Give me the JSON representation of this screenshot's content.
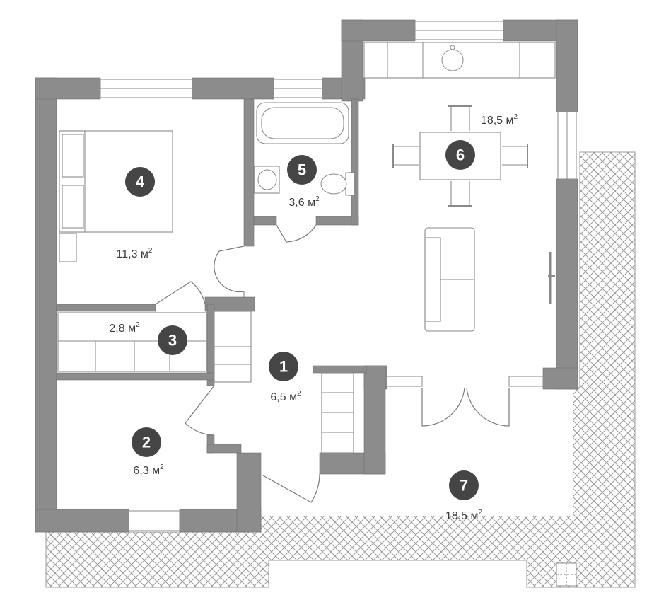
{
  "colors": {
    "wall": "#8c8c8c",
    "badge": "#454545",
    "hatch": "#9a9a9a",
    "background": "#ffffff"
  },
  "rooms": [
    {
      "number": "1",
      "area": "6,5",
      "unit": "м"
    },
    {
      "number": "2",
      "area": "6,3",
      "unit": "м"
    },
    {
      "number": "3",
      "area": "2,8",
      "unit": "м"
    },
    {
      "number": "4",
      "area": "11,3",
      "unit": "м"
    },
    {
      "number": "5",
      "area": "3,6",
      "unit": "м"
    },
    {
      "number": "6",
      "area": "18,5",
      "unit": "м"
    },
    {
      "number": "7",
      "area": "18,5",
      "unit": "м"
    }
  ],
  "superscript": "2",
  "icons": [
    "bed-icon",
    "bathtub-icon",
    "sink-icon",
    "toilet-icon",
    "dining-table-icon",
    "chair-icon",
    "sofa-icon",
    "kitchen-counter-icon",
    "stairs-icon",
    "tv-icon",
    "door-icon",
    "window-icon"
  ]
}
